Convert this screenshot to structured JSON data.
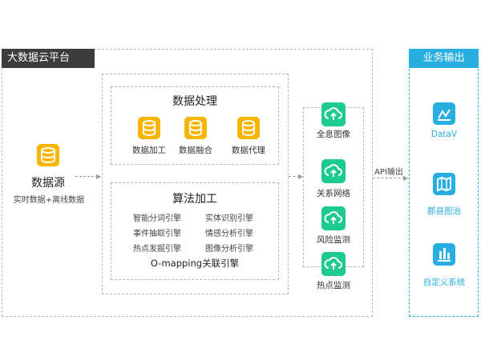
{
  "platform": {
    "title": "大数据云平台"
  },
  "source": {
    "title": "数据源",
    "subtitle": "实时数据+离线数据",
    "icon": "database-icon"
  },
  "processing": {
    "title": "数据处理",
    "items": [
      {
        "label": "数据加工",
        "icon": "database-icon"
      },
      {
        "label": "数据融合",
        "icon": "database-icon"
      },
      {
        "label": "数据代理",
        "icon": "database-icon"
      }
    ]
  },
  "algorithm": {
    "title": "算法加工",
    "engines_left": [
      "智能分词引擎",
      "事件抽取引擎",
      "热点发掘引擎"
    ],
    "engines_right": [
      "实体识别引擎",
      "情感分析引擎",
      "图像分析引擎"
    ],
    "footer": "O-mapping关联引擎"
  },
  "apps": [
    {
      "label": "全息图像",
      "icon": "cloud-upload-icon"
    },
    {
      "label": "关系网络",
      "icon": "cloud-upload-icon"
    },
    {
      "label": "风险监测",
      "icon": "cloud-upload-icon"
    },
    {
      "label": "热点监测",
      "icon": "cloud-upload-icon"
    }
  ],
  "api_label": "API输出",
  "output": {
    "title": "业务输出",
    "items": [
      {
        "label": "DataV",
        "icon": "datav-icon"
      },
      {
        "label": "郡县图治",
        "icon": "map-icon"
      },
      {
        "label": "自定义系统",
        "icon": "custom-system-icon"
      }
    ]
  },
  "colors": {
    "yellow": "#f8b500",
    "green": "#1ecb8f",
    "blue": "#29aee2",
    "dark": "#3c3c3c"
  }
}
